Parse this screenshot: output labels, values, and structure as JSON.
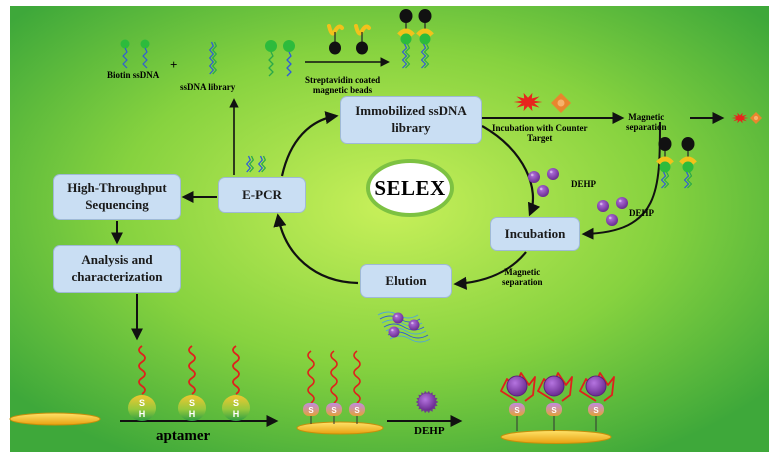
{
  "colors": {
    "background_center": "#c8f05a",
    "background_edge": "#3ea83a",
    "box_fill": "#c9def3",
    "box_border": "#9fb9d6",
    "selex_ring": "#7dc242",
    "dna_red": "#e0201b",
    "dna_green": "#2aa84a",
    "dna_blue": "#2f5bd8",
    "biotin_green": "#2dbb3c",
    "streptavidin_yellow": "#f2c21b",
    "target_purple": "#6a2c91",
    "gold_substrate": "#f4c21a",
    "counter_target_red": "#e8241d",
    "counter_target_orange": "#e8862e",
    "arrow": "#111111"
  },
  "icons": [
    "biotin-ssdna-icon",
    "ssdna-library-icon",
    "streptavidin-bead-icon",
    "counter-target-icon",
    "dehp-molecule-icon",
    "gold-substrate-icon",
    "aptamer-icon"
  ],
  "labels": {
    "biotin_ssdna": "Biotin ssDNA",
    "plus": "+",
    "ssdna_library": "ssDNA library",
    "streptavidin": "Streptavidin coated\nmagnetic beads",
    "incubation_counter": "Incubation with Counter\nTarget",
    "magnetic_separation_top": "Magnetic\nseparation",
    "dehp_1": "DEHP",
    "dehp_2": "DEHP",
    "magnetic_separation_mid": "Magnetic\nseparation",
    "aptamer": "aptamer",
    "dehp_bottom": "DEHP",
    "thiol_s": "S",
    "thiol_h": "H"
  },
  "boxes": {
    "immobilized": "Immobilized ssDNA\nlibrary",
    "epcr": "E-PCR",
    "incubation": "Incubation",
    "elution": "Elution",
    "hts": "High-Throughput\nSequencing",
    "analysis": "Analysis and\ncharacterization"
  },
  "center": {
    "title": "SELEX"
  }
}
